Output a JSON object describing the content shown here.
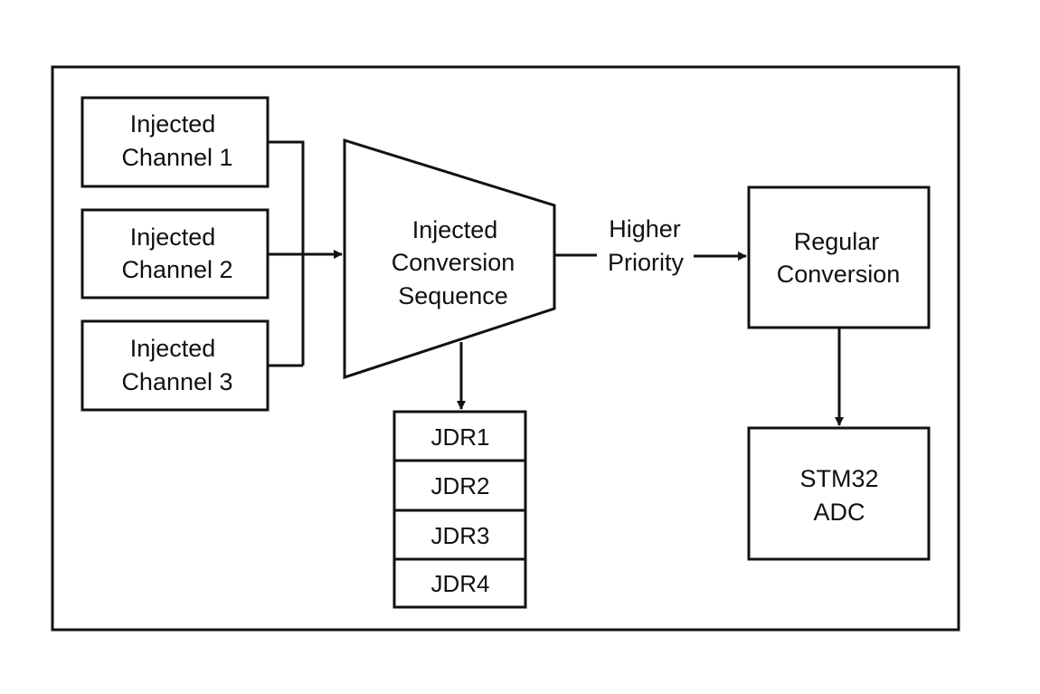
{
  "inputs": [
    {
      "line1": "Injected",
      "line2": "Channel 1"
    },
    {
      "line1": "Injected",
      "line2": "Channel 2"
    },
    {
      "line1": "Injected",
      "line2": "Channel 3"
    }
  ],
  "sequence": {
    "line1": "Injected",
    "line2": "Conversion",
    "line3": "Sequence"
  },
  "priority": {
    "line1": "Higher",
    "line2": "Priority"
  },
  "regular": {
    "line1": "Regular",
    "line2": "Conversion"
  },
  "registers": [
    "JDR1",
    "JDR2",
    "JDR3",
    "JDR4"
  ],
  "adc": {
    "line1": "STM32",
    "line2": "ADC"
  }
}
